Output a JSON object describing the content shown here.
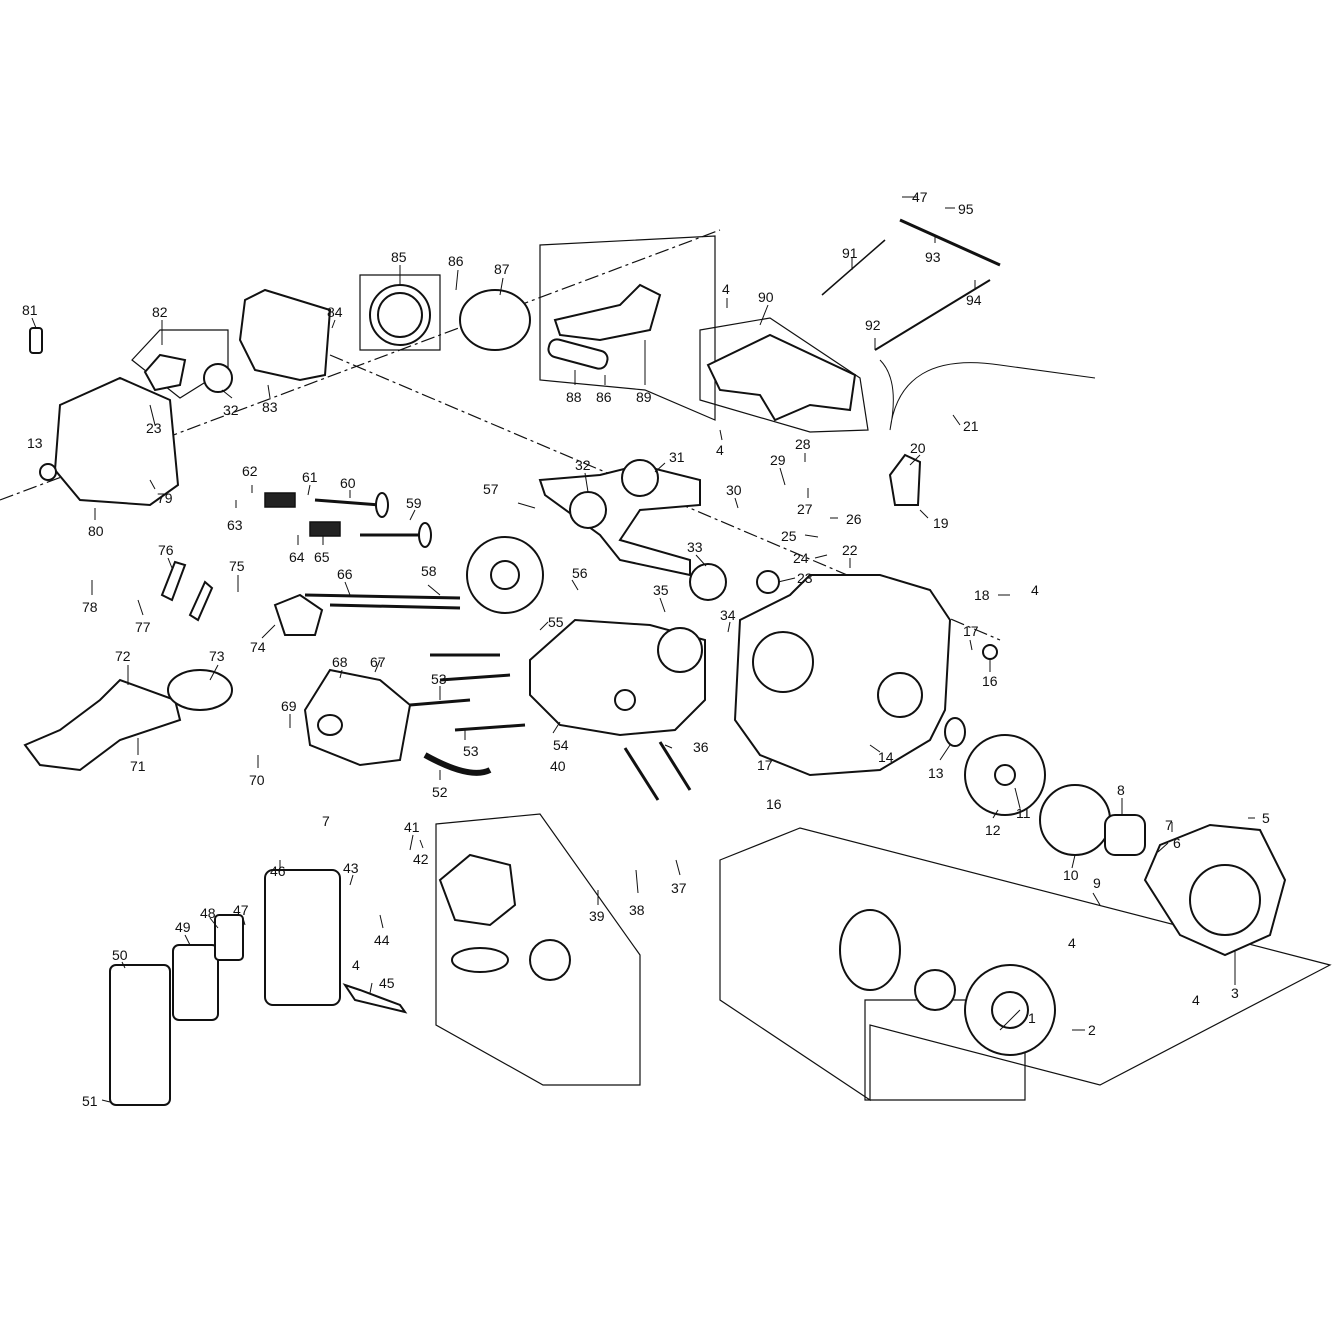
{
  "labels": [
    "1",
    "2",
    "3",
    "4",
    "5",
    "6",
    "7",
    "8",
    "9",
    "10",
    "11",
    "12",
    "13",
    "14",
    "16",
    "17",
    "18",
    "19",
    "20",
    "21",
    "22",
    "23",
    "24",
    "25",
    "26",
    "27",
    "28",
    "29",
    "30",
    "31",
    "32",
    "33",
    "34",
    "35",
    "36",
    "37",
    "38",
    "39",
    "40",
    "41",
    "42",
    "43",
    "44",
    "45",
    "46",
    "47",
    "48",
    "49",
    "50",
    "51",
    "52",
    "53",
    "54",
    "55",
    "56",
    "57",
    "58",
    "59",
    "60",
    "61",
    "62",
    "63",
    "64",
    "65",
    "66",
    "67",
    "68",
    "69",
    "70",
    "71",
    "72",
    "73",
    "74",
    "75",
    "76",
    "77",
    "78",
    "79",
    "80",
    "81",
    "82",
    "83",
    "84",
    "85",
    "86",
    "87",
    "88",
    "89",
    "90",
    "91",
    "92",
    "93",
    "94",
    "95"
  ]
}
